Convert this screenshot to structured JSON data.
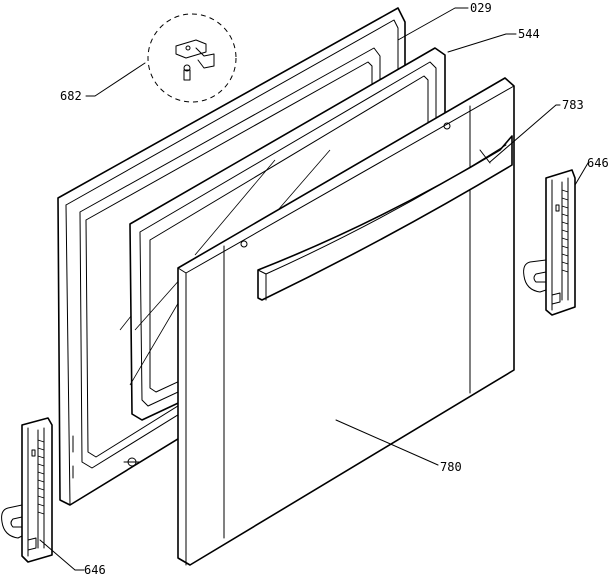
{
  "callouts": {
    "c029": "029",
    "c544": "544",
    "c682": "682",
    "c783": "783",
    "c646_right": "646",
    "c646_left": "646",
    "c780": "780"
  }
}
